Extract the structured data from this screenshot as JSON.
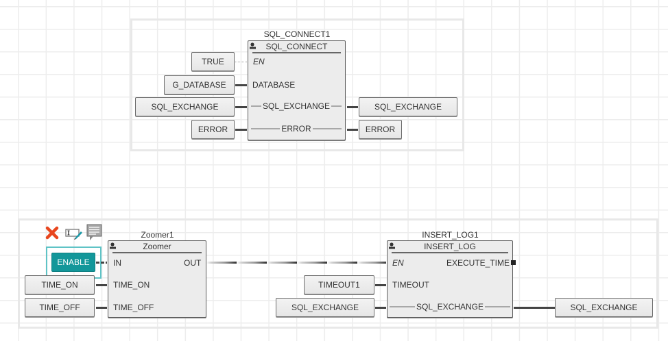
{
  "colors": {
    "accent_teal": "#13979a",
    "selection": "#5fc3c6",
    "delete_red": "#e8461e"
  },
  "sql_connect": {
    "instance_name": "SQL_CONNECT1",
    "type_name": "SQL_CONNECT",
    "inputs": {
      "en_var": "TRUE",
      "en_pin": "EN",
      "database_var": "G_DATABASE",
      "database_pin": "DATABASE",
      "exchange_var": "SQL_EXCHANGE",
      "exchange_pin": "SQL_EXCHANGE",
      "error_var": "ERROR",
      "error_pin": "ERROR"
    },
    "outputs": {
      "exchange_var": "SQL_EXCHANGE",
      "error_var": "ERROR"
    }
  },
  "zoomer": {
    "instance_name": "Zoomer1",
    "type_name": "Zoomer",
    "inputs": {
      "in_var": "ENABLE",
      "in_pin": "IN",
      "time_on_var": "TIME_ON",
      "time_on_pin": "TIME_ON",
      "time_off_var": "TIME_OFF",
      "time_off_pin": "TIME_OFF"
    },
    "outputs": {
      "out_pin": "OUT"
    }
  },
  "insert_log": {
    "instance_name": "INSERT_LOG1",
    "type_name": "INSERT_LOG",
    "inputs": {
      "en_pin": "EN",
      "timeout_var": "TIMEOUT1",
      "timeout_pin": "TIMEOUT",
      "exchange_var": "SQL_EXCHANGE",
      "exchange_pin": "SQL_EXCHANGE"
    },
    "outputs": {
      "execute_time_pin": "EXECUTE_TIME",
      "exchange_var": "SQL_EXCHANGE"
    }
  },
  "selection_toolbar": {
    "icons": [
      "delete-icon",
      "rename-icon",
      "comment-icon"
    ]
  }
}
